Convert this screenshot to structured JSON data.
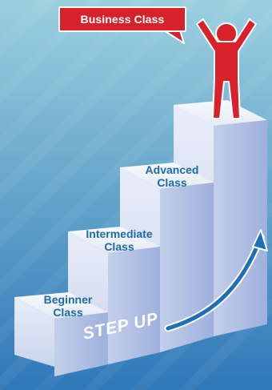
{
  "headline_bubble": {
    "text": "Business Class"
  },
  "steps": [
    {
      "line1": "Beginner",
      "line2": "Class"
    },
    {
      "line1": "Intermediate",
      "line2": "Class"
    },
    {
      "line1": "Advanced",
      "line2": "Class"
    }
  ],
  "motto": "STEP UP",
  "colors": {
    "background_top": "#8fc7da",
    "background_bottom": "#2e77b8",
    "step_top": "#eef3fb",
    "step_front": "#d7e0f2",
    "step_side": "#b6c5e6",
    "step_shadow": "#cfd8ef",
    "label_blue": "#1c6aa8",
    "figure_red": "#d8222b",
    "arrow_blue": "#1e6fb4",
    "white": "#ffffff"
  }
}
